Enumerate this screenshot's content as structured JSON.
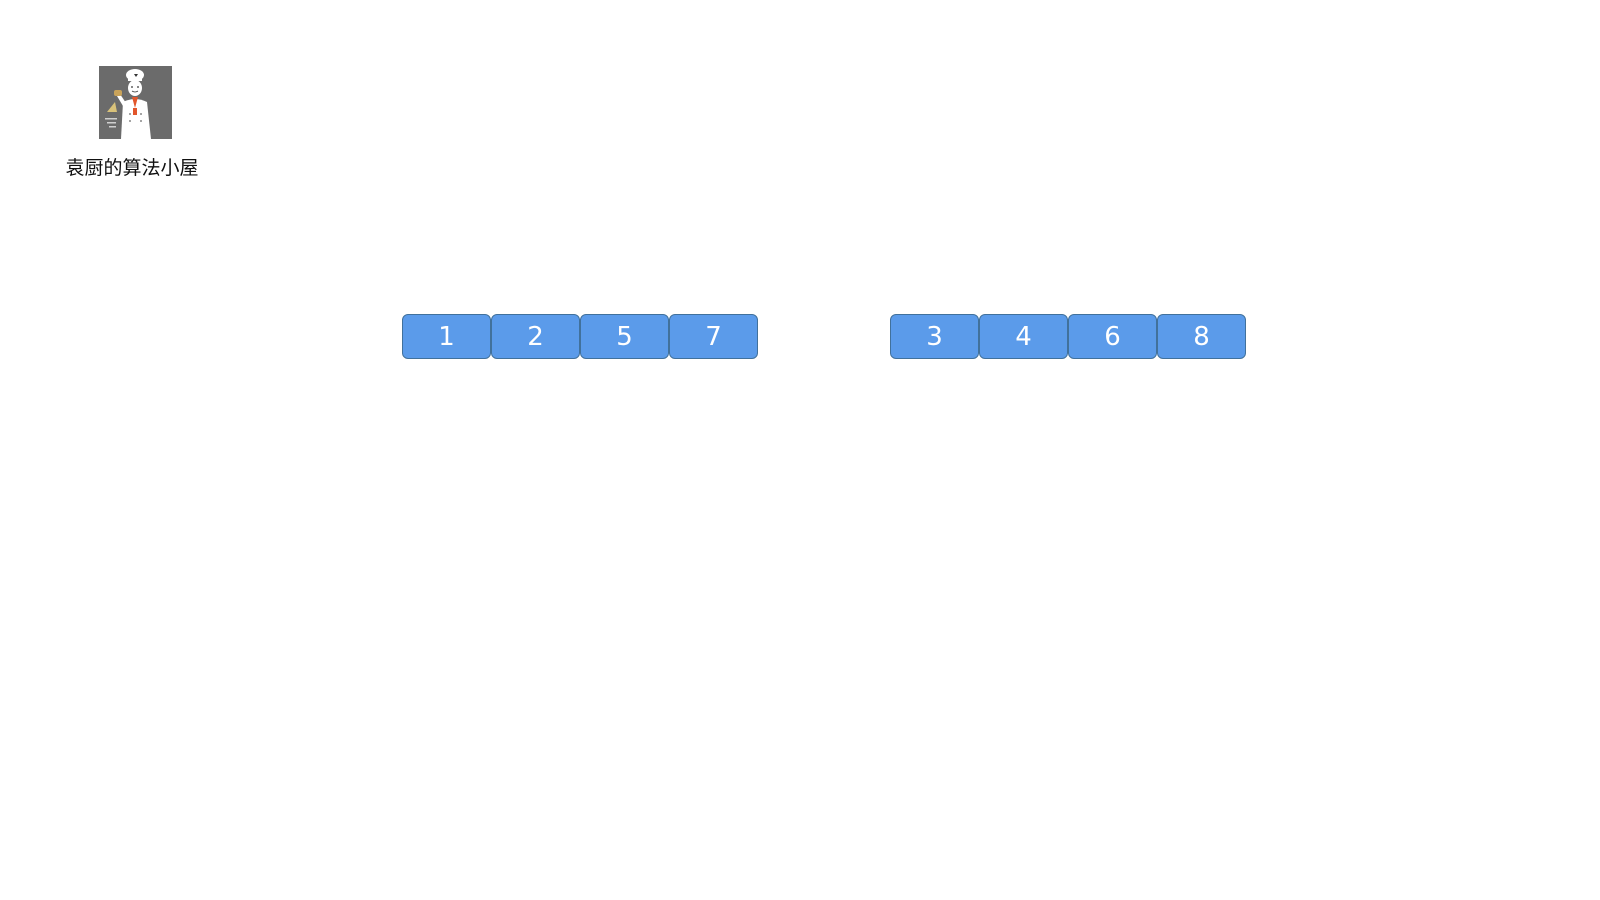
{
  "brand": {
    "name": "袁厨的算法小屋",
    "logo_icon": "chef-mascot-icon"
  },
  "arrays": {
    "left": [
      "1",
      "2",
      "5",
      "7"
    ],
    "right": [
      "3",
      "4",
      "6",
      "8"
    ]
  },
  "colors": {
    "cell_fill": "#5b9bea",
    "cell_border": "#41719c",
    "cell_text": "#ffffff",
    "logo_bg": "#6b6b6b"
  }
}
